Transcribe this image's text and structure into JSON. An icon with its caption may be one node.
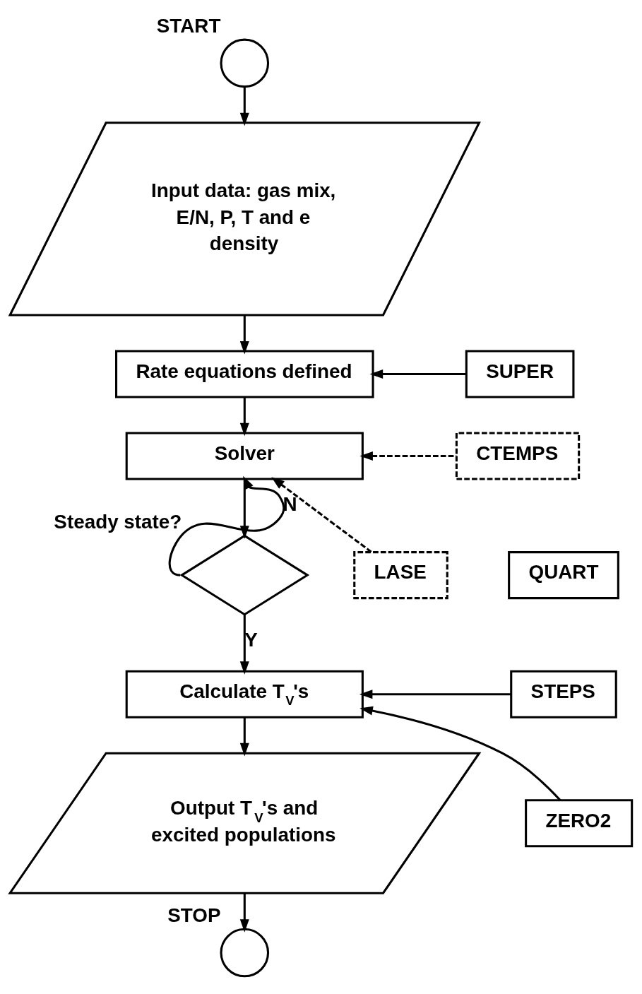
{
  "diagram": {
    "nodes": [
      {
        "text": [],
        "shape": "circle",
        "beside": [
          "START"
        ]
      },
      {
        "text": [
          "Input data: gas mix, E/N, P, T and e density"
        ]
      },
      {
        "text": [
          "Rate equations defined"
        ]
      },
      {
        "text": [
          "SUPER"
        ]
      },
      {
        "text": [
          "Solver"
        ]
      },
      {
        "text": [
          "CTEMPS"
        ]
      },
      {
        "text": [
          "LASE"
        ]
      },
      {
        "text": [],
        "shape": "diamond",
        "beside": [
          "Steady state?"
        ]
      },
      {
        "text": [
          "Calculate T$_{V}$'s"
        ]
      },
      {
        "text": [
          "QUART"
        ]
      },
      {
        "text": [
          "STEPS"
        ]
      },
      {
        "text": [
          "ZERO2"
        ]
      },
      {
        "text": [
          "Output T$_{V}$'s and excited populations"
        ]
      },
      {
        "text": [],
        "shape": "circle",
        "beside": [
          "STOP"
        ]
      }
    ],
    "edges": [
      {
        "from": 0,
        "to": 1,
        "arrow": "to"
      },
      {
        "from": 1,
        "to": 2,
        "arrow": "to"
      },
      {
        "from": 3,
        "to": 2,
        "arrow": "to"
      },
      {
        "from": 2,
        "to": 4,
        "arrow": "to"
      },
      {
        "from": 5,
        "to": 4,
        "arrow": "to",
        "style": "dashed"
      },
      {
        "from": 6,
        "to": 4,
        "arrow": "to",
        "style": "dashed"
      },
      {
        "from": 4,
        "to": 7,
        "arrow": "to"
      },
      {
        "from": 7,
        "to": 4,
        "arrow": "to",
        "label": "N"
      },
      {
        "from": 7,
        "to": 8,
        "arrow": "to",
        "label": "Y"
      },
      {
        "from": 10,
        "to": 8,
        "arrow": "to"
      },
      {
        "from": 11,
        "to": 8,
        "arrow": "to"
      },
      {
        "from": 8,
        "to": 12,
        "arrow": "to"
      },
      {
        "from": 12,
        "to": 13,
        "arrow": "to"
      }
    ]
  }
}
